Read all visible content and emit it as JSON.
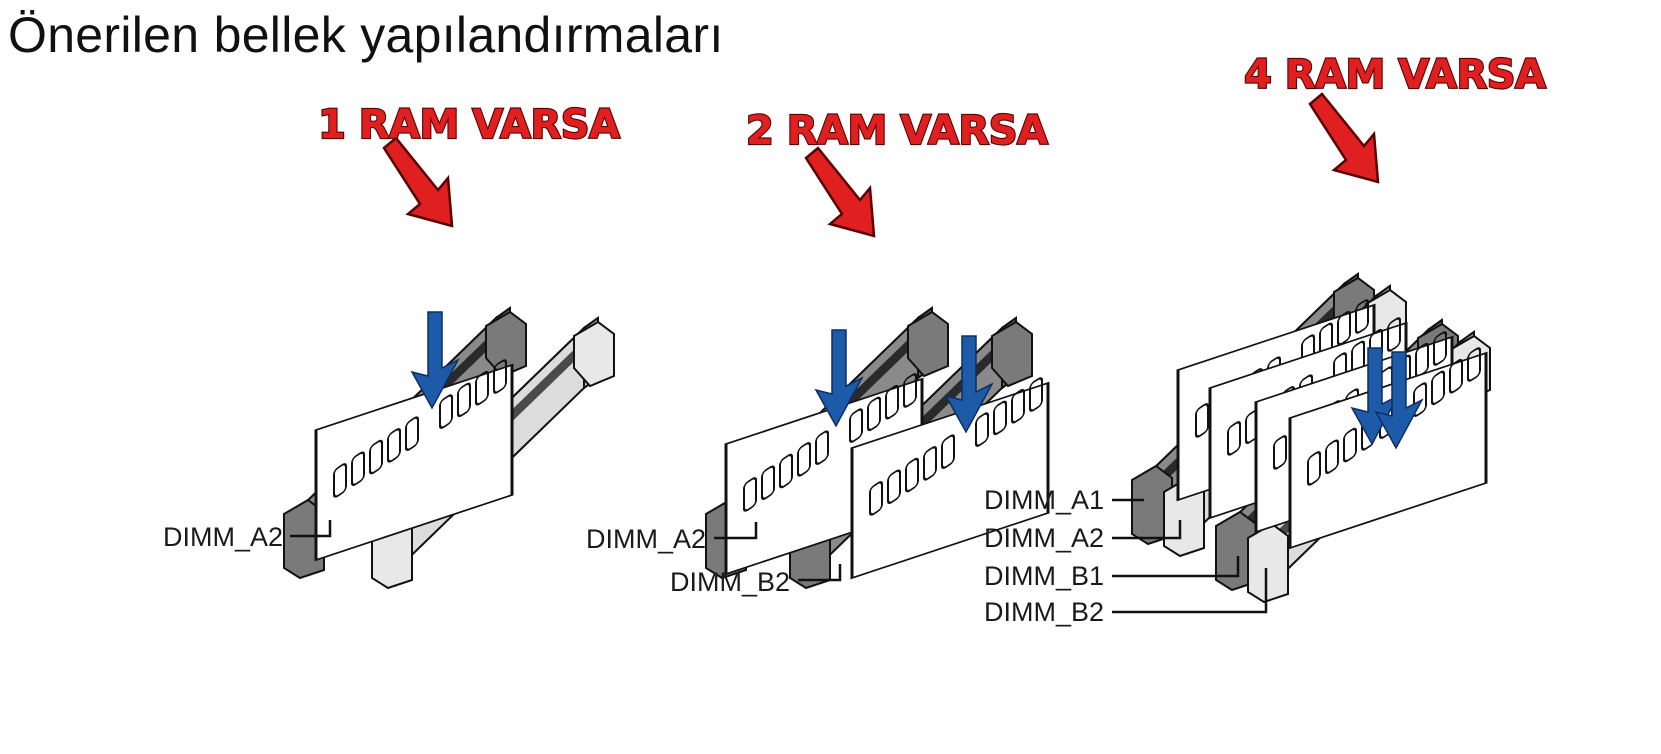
{
  "title": "Önerilen bellek yapılandırmaları",
  "colors": {
    "callout_fill": "#e02020",
    "callout_stroke": "#5a0000",
    "insert_arrow": "#1d5aa8",
    "slot_light": "#d9d9d9",
    "slot_dark": "#707070"
  },
  "configs": [
    {
      "callout": "1 RAM VARSA",
      "labels": [
        "DIMM_A2"
      ]
    },
    {
      "callout": "2 RAM VARSA",
      "labels": [
        "DIMM_A2",
        "DIMM_B2"
      ]
    },
    {
      "callout": "4 RAM VARSA",
      "labels": [
        "DIMM_A1",
        "DIMM_A2",
        "DIMM_B1",
        "DIMM_B2"
      ]
    }
  ]
}
